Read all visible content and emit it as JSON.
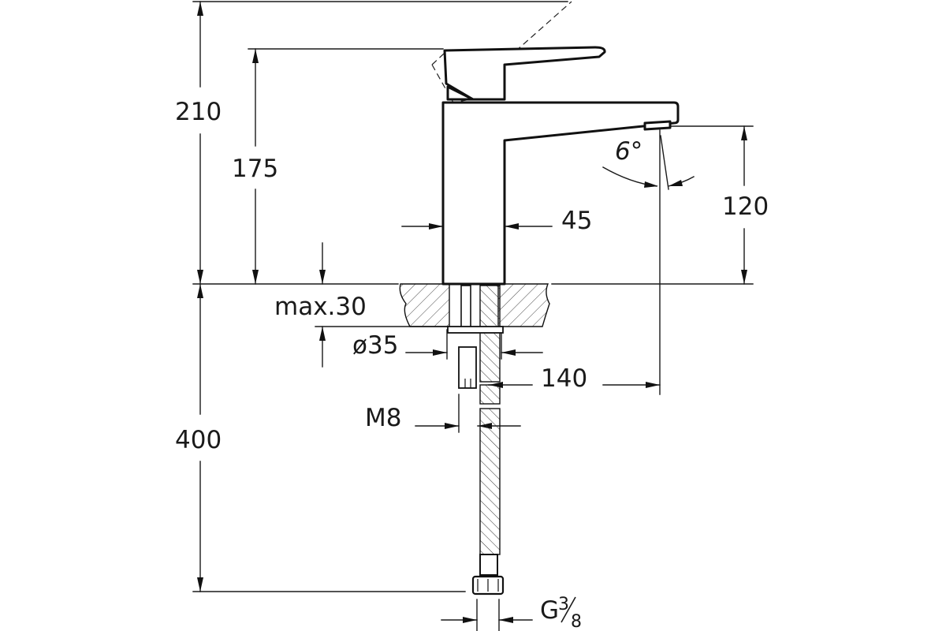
{
  "drawing": {
    "dimensions": {
      "total_height": "210",
      "handle_height": "175",
      "spout_height": "120",
      "body_width": "45",
      "deck_thickness": "max.30",
      "hole_diameter": "ø35",
      "spout_reach": "140",
      "stud_thread": "M8",
      "hose_length": "400",
      "connection_thread_main": "G",
      "connection_thread_num": "3",
      "connection_thread_den": "8",
      "spout_angle": "6°"
    }
  }
}
